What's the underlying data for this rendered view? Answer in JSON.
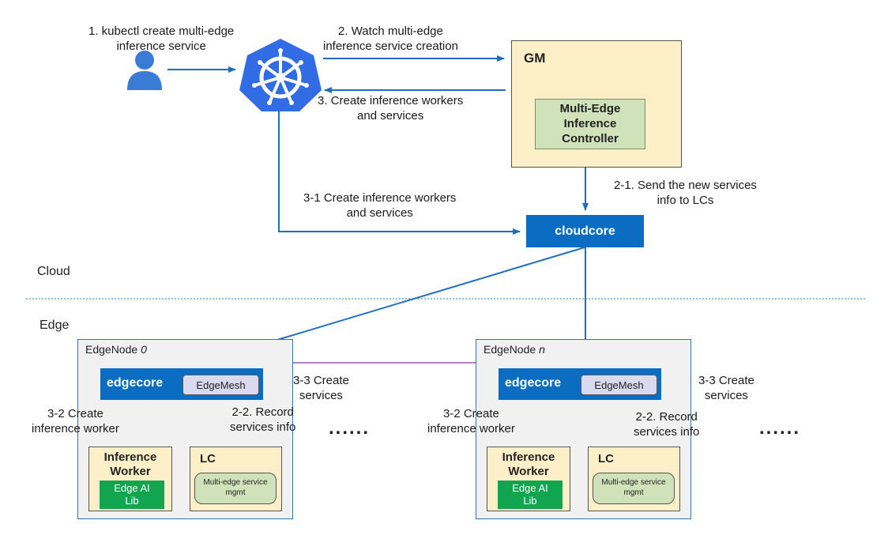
{
  "zones": {
    "cloud": "Cloud",
    "edge": "Edge"
  },
  "steps": {
    "s1": "1. kubectl create multi-edge\ninference service",
    "s2": "2. Watch multi-edge\ninference service creation",
    "s3": "3. Create inference workers\nand services",
    "s21": "2-1. Send the new services\ninfo to LCs",
    "s31": "3-1 Create inference workers\nand services"
  },
  "gm": {
    "title": "GM",
    "controller": "Multi-Edge\nInference\nController"
  },
  "cloudcore": {
    "label": "cloudcore"
  },
  "nodes": [
    {
      "title_prefix": "EdgeNode ",
      "title_index": "0",
      "edgecore": "edgecore",
      "edgemesh": "EdgeMesh",
      "create_services": "3-3 Create\nservices",
      "create_worker": "3-2 Create\ninference worker",
      "record_info": "2-2. Record\nservices info",
      "inference_worker": "Inference\nWorker",
      "ai_lib": "Edge AI\nLib",
      "lc": "LC",
      "svc_mgmt": "Multi-edge service\nmgmt"
    },
    {
      "title_prefix": "EdgeNode ",
      "title_index": "n",
      "edgecore": "edgecore",
      "edgemesh": "EdgeMesh",
      "create_services": "3-3 Create\nservices",
      "create_worker": "3-2 Create\ninference worker",
      "record_info": "2-2. Record\nservices info",
      "inference_worker": "Inference\nWorker",
      "ai_lib": "Edge AI\nLib",
      "lc": "LC",
      "svc_mgmt": "Multi-edge service\nmgmt"
    }
  ],
  "ellipsis": "......",
  "colors": {
    "arrow": "#1f6fc0",
    "cloudcore": "#0a6dc2",
    "gm_fill": "#fdf0c8",
    "controller_fill": "#cfe2b9",
    "ai_lib": "#11a550",
    "mesh_line": "#9b59b6",
    "curve_arrow": "#e86a10",
    "user_icon": "#3a7bd5",
    "k8s": "#326ce5"
  },
  "icons": {
    "user": "user-icon",
    "kubernetes": "kubernetes-icon"
  }
}
